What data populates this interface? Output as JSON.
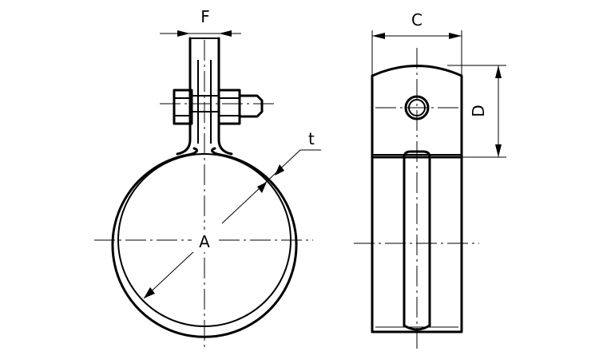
{
  "labels": {
    "F": "F",
    "C": "C",
    "D": "D",
    "t": "t",
    "A": "A"
  }
}
